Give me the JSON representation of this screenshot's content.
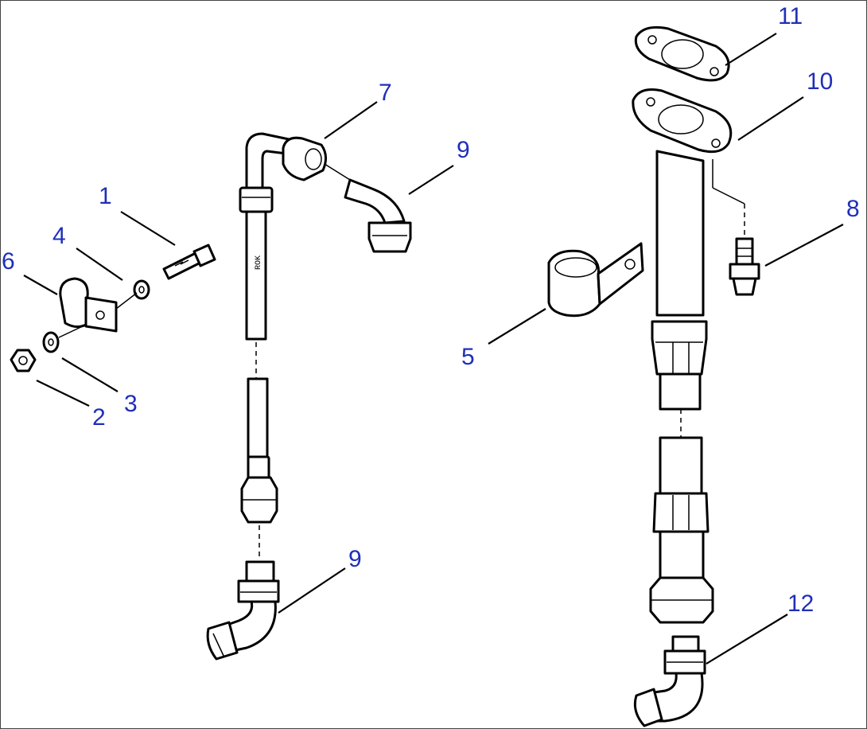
{
  "callouts": {
    "c1": "1",
    "c2": "2",
    "c3": "3",
    "c4": "4",
    "c5": "5",
    "c6": "6",
    "c7": "7",
    "c8": "8",
    "c9a": "9",
    "c9b": "9",
    "c10": "10",
    "c11": "11",
    "c12": "12"
  },
  "colors": {
    "callout": "#1f2fb8",
    "line": "#000000",
    "background": "#ffffff"
  }
}
